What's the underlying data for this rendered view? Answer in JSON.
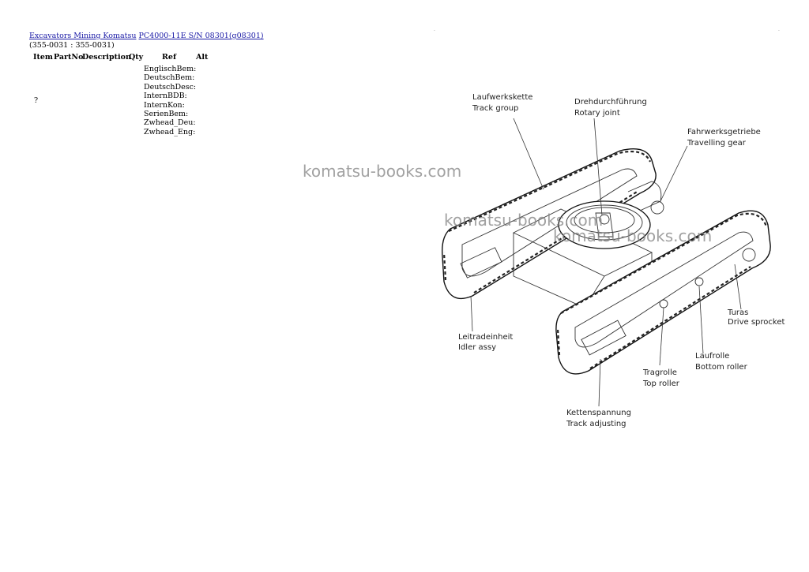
{
  "breadcrumb": {
    "link1": "Excavators Mining Komatsu",
    "link2": "PC4000-11E S/N 08301(g08301)",
    "range": "(355-0031 : 355-0031)"
  },
  "table": {
    "headers": [
      "Item",
      "PartNo",
      "Description",
      "Qty",
      "Ref",
      "Alt"
    ],
    "row_item": "?",
    "fields": [
      "EnglischBem:",
      "DeutschBem:",
      "DeutschDesc:",
      "InternBDB:",
      "InternKon:",
      "SerienBem:",
      "Zwhead_Deu:",
      "Zwhead_Eng:"
    ]
  },
  "watermarks": [
    "komatsu-books.com",
    "komatsu-books.com",
    "komatsu-books.com"
  ],
  "diagram": {
    "labels": [
      {
        "de": "Laufwerkskette",
        "en": "Track group"
      },
      {
        "de": "Drehdurchführung",
        "en": "Rotary joint"
      },
      {
        "de": "Fahrwerksgetriebe",
        "en": "Travelling gear"
      },
      {
        "de": "Turas",
        "en": "Drive sprocket"
      },
      {
        "de": "Leitradeinheit",
        "en": "Idler assy"
      },
      {
        "de": "Laufrolle",
        "en": "Bottom roller"
      },
      {
        "de": "Tragrolle",
        "en": "Top roller"
      },
      {
        "de": "Kettenspannung",
        "en": "Track adjusting"
      }
    ]
  }
}
